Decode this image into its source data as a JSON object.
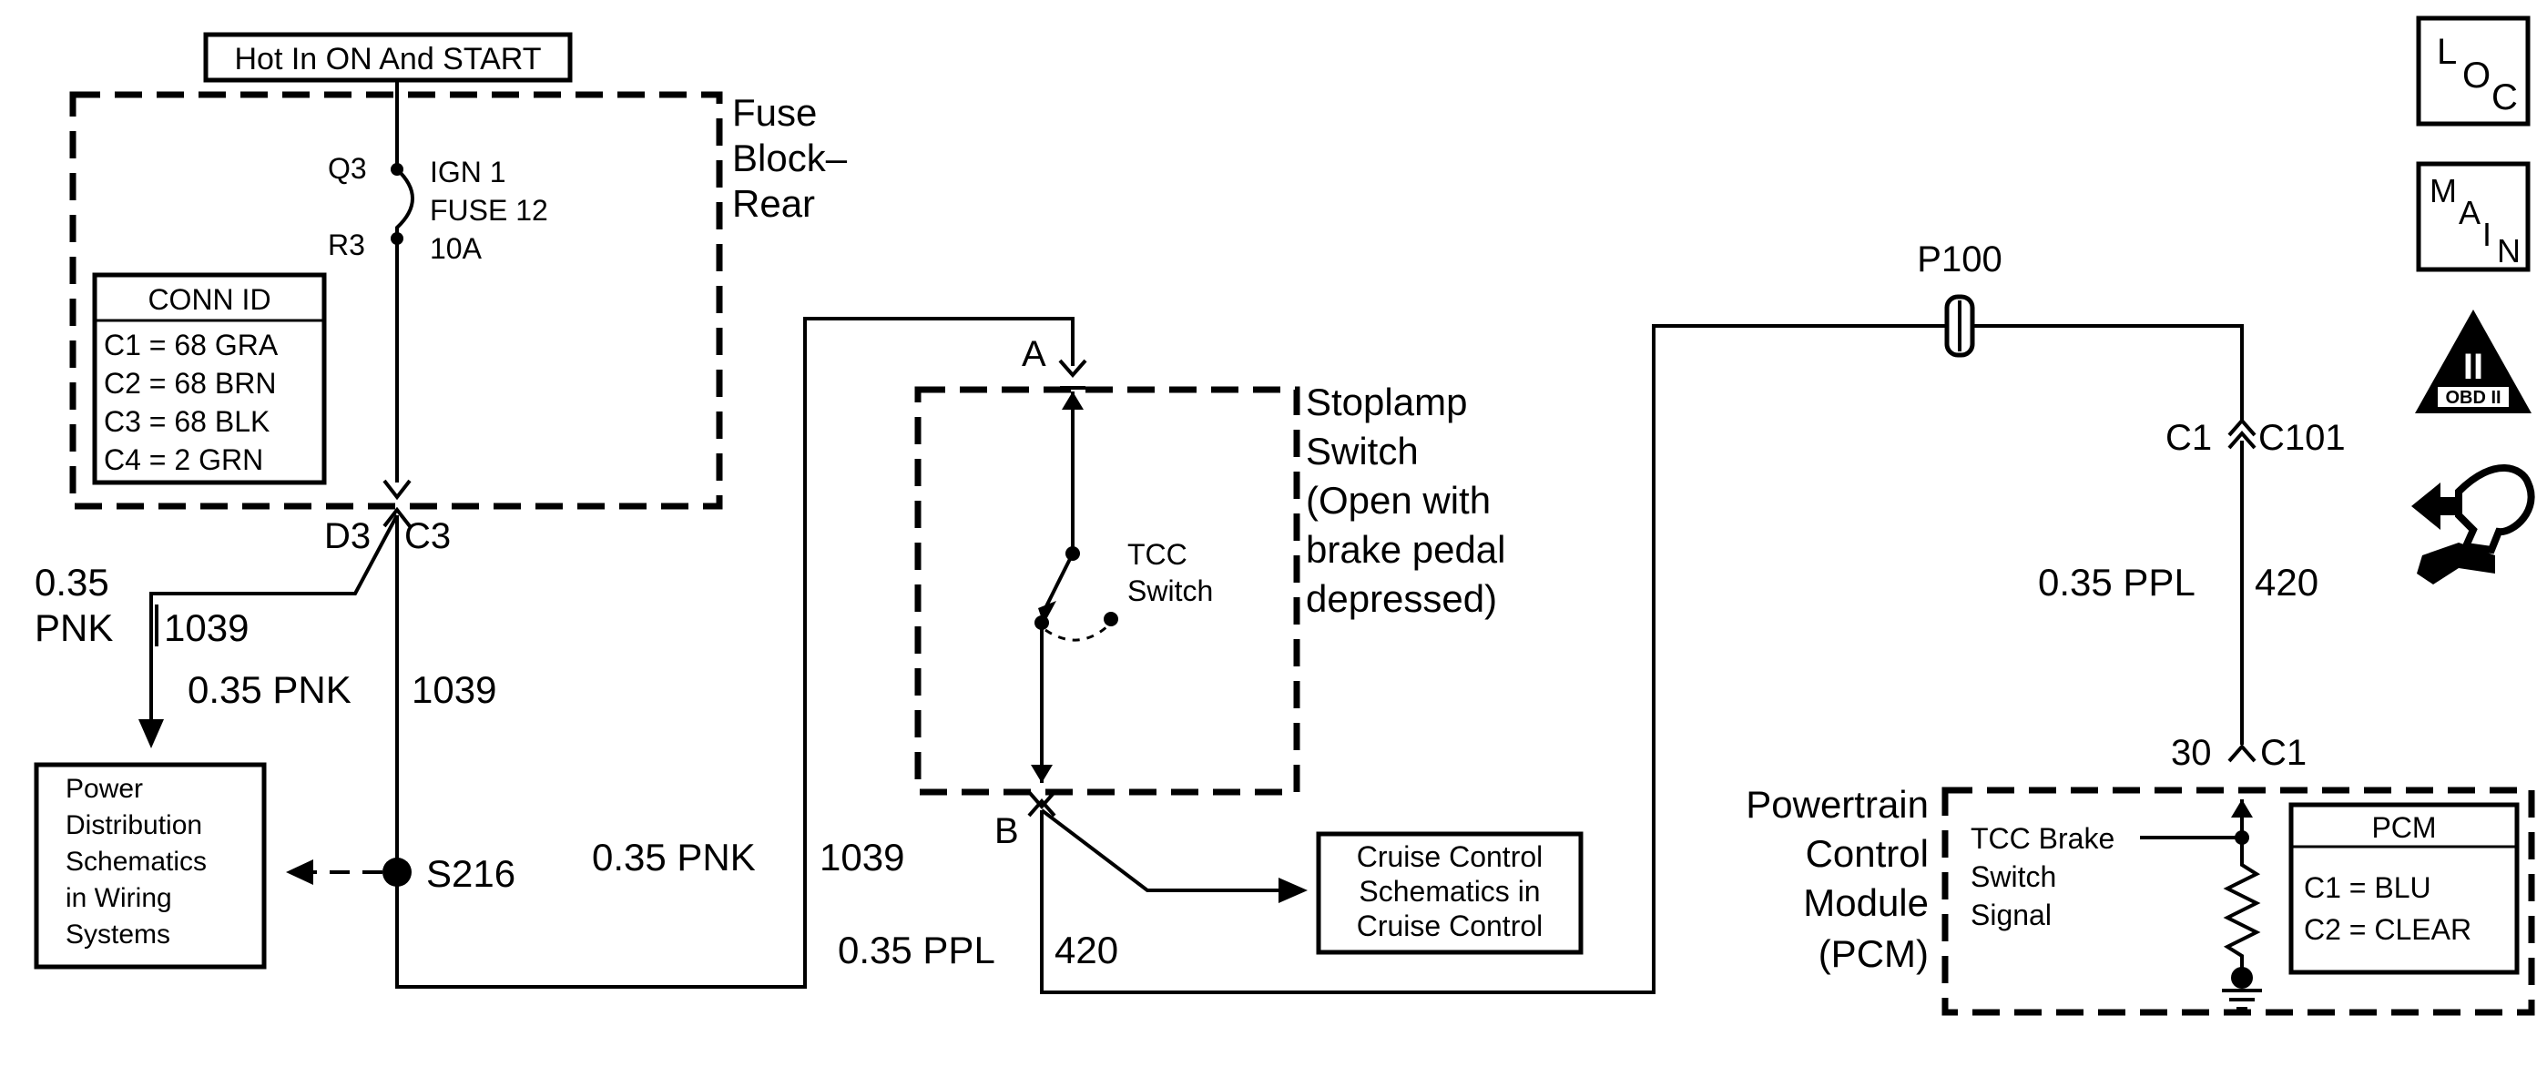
{
  "top_label": "Hot In ON And START",
  "fuse_block": {
    "title_line1": "Fuse",
    "title_line2": "Block–",
    "title_line3": "Rear",
    "pin_top": "Q3",
    "pin_bottom": "R3",
    "fuse_line1": "IGN 1",
    "fuse_line2": "FUSE 12",
    "fuse_line3": "10A",
    "conn_id": {
      "header": "CONN ID",
      "rows": [
        "C1 = 68 GRA",
        "C2 = 68 BRN",
        "C3 = 68 BLK",
        "C4 = 2 GRN"
      ]
    }
  },
  "connector_d3": "D3",
  "connector_c3": "C3",
  "wire_left_size": "0.35",
  "wire_left_color": "PNK",
  "wire_left_circuit": "1039",
  "wire_main_label": "0.35 PNK",
  "wire_main_circuit": "1039",
  "wire_mid_label": "0.35 PNK",
  "wire_mid_circuit": "1039",
  "power_dist_box": [
    "Power",
    "Distribution",
    "Schematics",
    "in Wiring",
    "Systems"
  ],
  "splice": "S216",
  "stoplamp": {
    "title_lines": [
      "Stoplamp",
      "Switch",
      "(Open with",
      "brake pedal",
      "depressed)"
    ],
    "pin_a": "A",
    "pin_b": "B",
    "switch_line1": "TCC",
    "switch_line2": "Switch"
  },
  "cruise_box": [
    "Cruise Control",
    "Schematics in",
    "Cruise Control"
  ],
  "wire_ppl_label": "0.35 PPL",
  "wire_ppl_circuit": "420",
  "p100": "P100",
  "c101_left": "C1",
  "c101_right": "C101",
  "wire_right_label": "0.35 PPL",
  "wire_right_circuit": "420",
  "pcm_pin": "30",
  "pcm_conn": "C1",
  "pcm": {
    "title_lines": [
      "Powertrain",
      "Control",
      "Module",
      "(PCM)"
    ],
    "signal_lines": [
      "TCC Brake",
      "Switch",
      "Signal"
    ],
    "table_header": "PCM",
    "table_rows": [
      "C1 = BLU",
      "C2 = CLEAR"
    ]
  },
  "nav": {
    "loc_letters": [
      "L",
      "O",
      "C"
    ],
    "main_letters": [
      "M",
      "A",
      "I",
      "N"
    ],
    "obd_numeral": "II",
    "obd_text": "OBD II"
  },
  "icons": [
    "loc-icon",
    "main-icon",
    "obd-ii-icon",
    "component-view-icon"
  ]
}
